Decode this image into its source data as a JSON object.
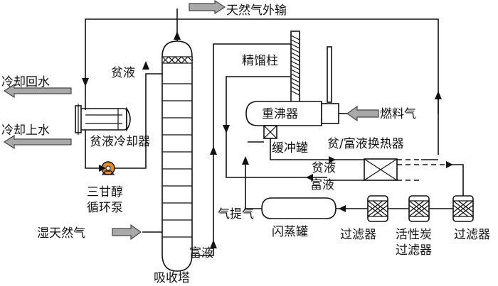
{
  "labels": {
    "natural_gas_export": "天然气外输",
    "lean_liquid_top": "贫液",
    "cooling_return_water": "冷却回水",
    "cooling_supply_water": "冷却上水",
    "lean_liquid_cooler": "贫液冷却器",
    "teg_pump_line1": "三甘醇",
    "teg_pump_line2": "循环泵",
    "wet_natural_gas": "湿天然气",
    "absorption_tower": "吸收塔",
    "rich_liquid_bottom": "富液",
    "stripping_gas": "气提气",
    "flash_tank": "闪蒸罐",
    "distillation_column": "精馏柱",
    "reboiler": "重沸器",
    "fuel_gas": "燃料气",
    "buffer_tank": "缓冲罐",
    "lean_rich_exchanger": "贫/富液换热器",
    "lean_liquid_mid": "贫液",
    "rich_liquid_mid": "富液",
    "filter_right": "过滤器",
    "activated_carbon_line1": "活性炭",
    "activated_carbon_line2": "过滤器",
    "filter_left": "过滤器"
  }
}
